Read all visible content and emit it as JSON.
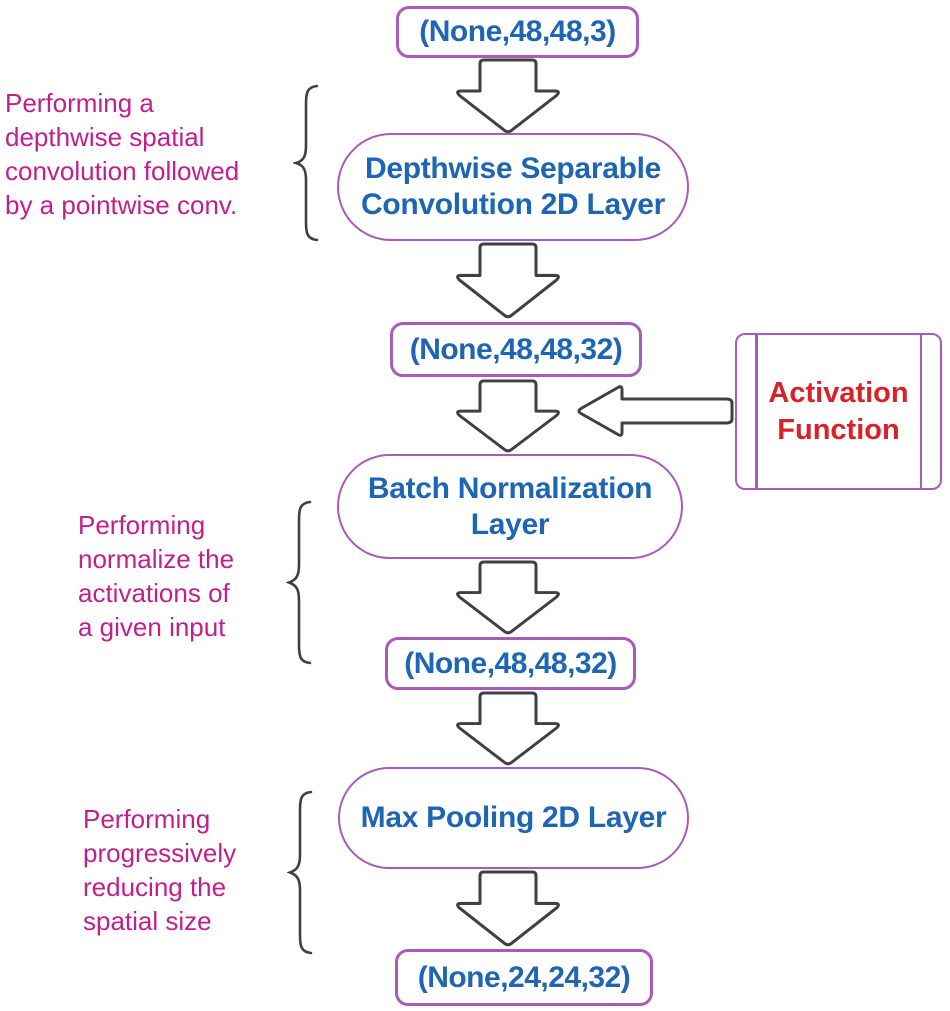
{
  "colors": {
    "border_purple": "#A95ABA",
    "text_blue": "#1E66B4",
    "text_magenta": "#C21F8C",
    "text_red": "#DA2128",
    "arrow_outline": "#404040"
  },
  "flow": {
    "input_shape": {
      "label": "(None,48,48,3)"
    },
    "depthwise_layer": {
      "lines": [
        "Depthwise Separable",
        "Convolution 2D Layer"
      ]
    },
    "shape_after_conv": {
      "label": "(None,48,48,32)"
    },
    "batch_norm_layer": {
      "lines": [
        "Batch Normalization",
        "Layer"
      ]
    },
    "shape_after_bn": {
      "label": "(None,48,48,32)"
    },
    "max_pool_layer": {
      "label": "Max Pooling 2D Layer"
    },
    "output_shape": {
      "label": "(None,24,24,32)"
    }
  },
  "side_box": {
    "lines": [
      "Activation",
      "Function"
    ]
  },
  "annotations": {
    "depthwise": {
      "lines": [
        "Performing a",
        "depthwise spatial",
        "convolution followed",
        "by a pointwise conv."
      ]
    },
    "batch_norm": {
      "lines": [
        "Performing",
        "normalize the",
        "activations of",
        "a given input"
      ]
    },
    "max_pool": {
      "lines": [
        "Performing",
        "progressively",
        "reducing the",
        "spatial size"
      ]
    }
  }
}
